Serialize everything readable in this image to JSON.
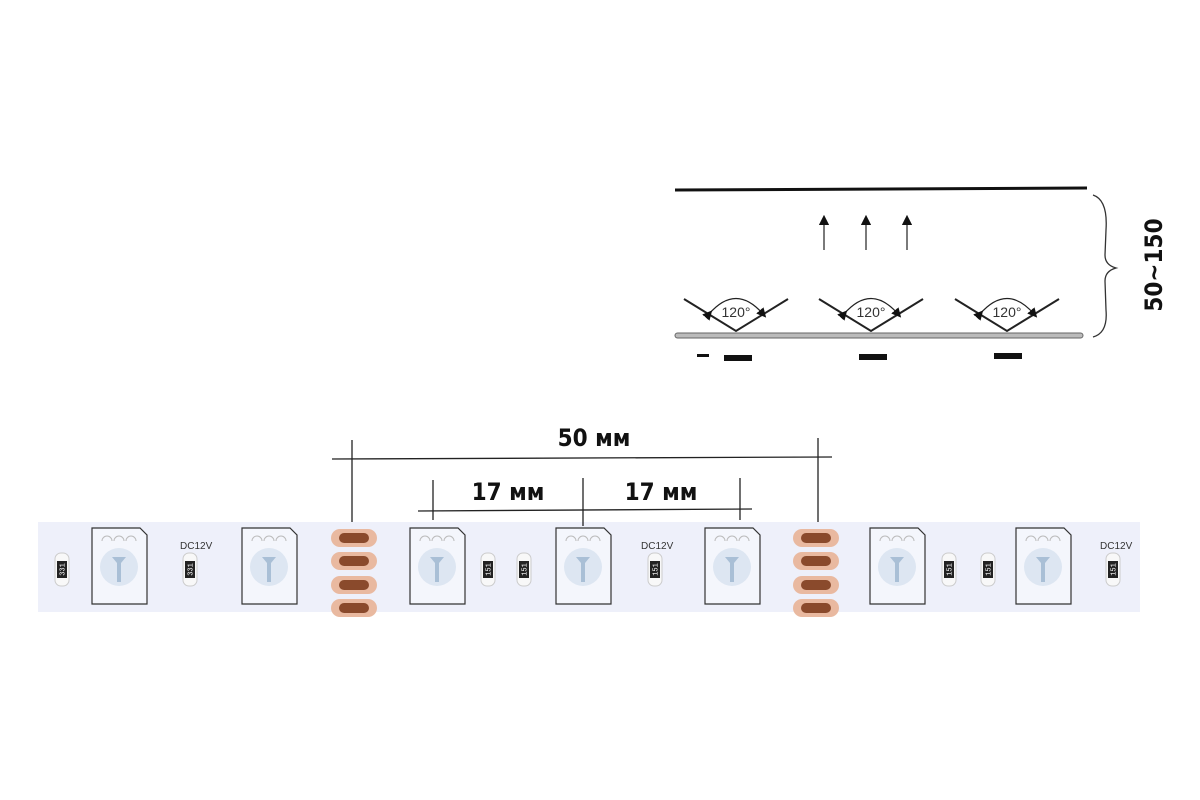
{
  "beam_diagram": {
    "angle_label": "120°",
    "distance_label": "50~150"
  },
  "dimensions": {
    "segment_label": "50 мм",
    "pitch_label_1": "17 мм",
    "pitch_label_2": "17 мм"
  },
  "strip": {
    "voltage_label": "DC12V",
    "resistor_code_a": "331",
    "resistor_code_b": "151"
  },
  "colors": {
    "strip": "#eef0fa",
    "pad": "#e9b9a0",
    "pad_dark": "#8a4a2c",
    "ink": "#111111"
  }
}
